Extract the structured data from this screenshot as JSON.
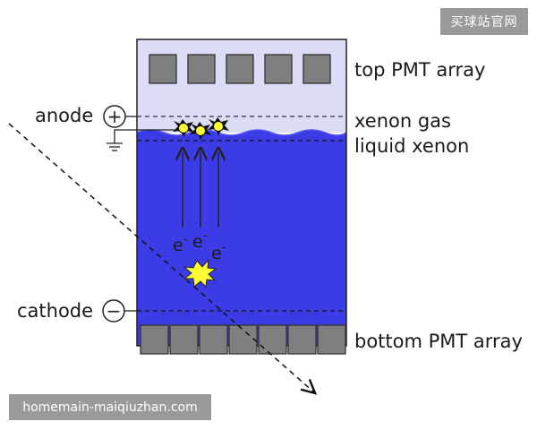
{
  "labels": {
    "top_pmt": "top PMT array",
    "xenon_gas": "xenon gas",
    "liquid_xenon": "liquid xenon",
    "bottom_pmt": "bottom PMT array",
    "anode": "anode",
    "cathode": "cathode",
    "anode_sign": "+",
    "cathode_sign": "−"
  },
  "electrons": [
    {
      "symbol": "e",
      "charge": "-"
    },
    {
      "symbol": "e",
      "charge": "-"
    },
    {
      "symbol": "e",
      "charge": "-"
    }
  ],
  "watermarks": {
    "top_right": "买球站官网",
    "bottom_left": "homemain-maiqiuzhan.com"
  },
  "colors": {
    "gas": "#dcdcf6",
    "liquid": "#3c3ce6",
    "pmt": "#7f7f7f",
    "flash": "#ffff33",
    "line": "#222222"
  }
}
